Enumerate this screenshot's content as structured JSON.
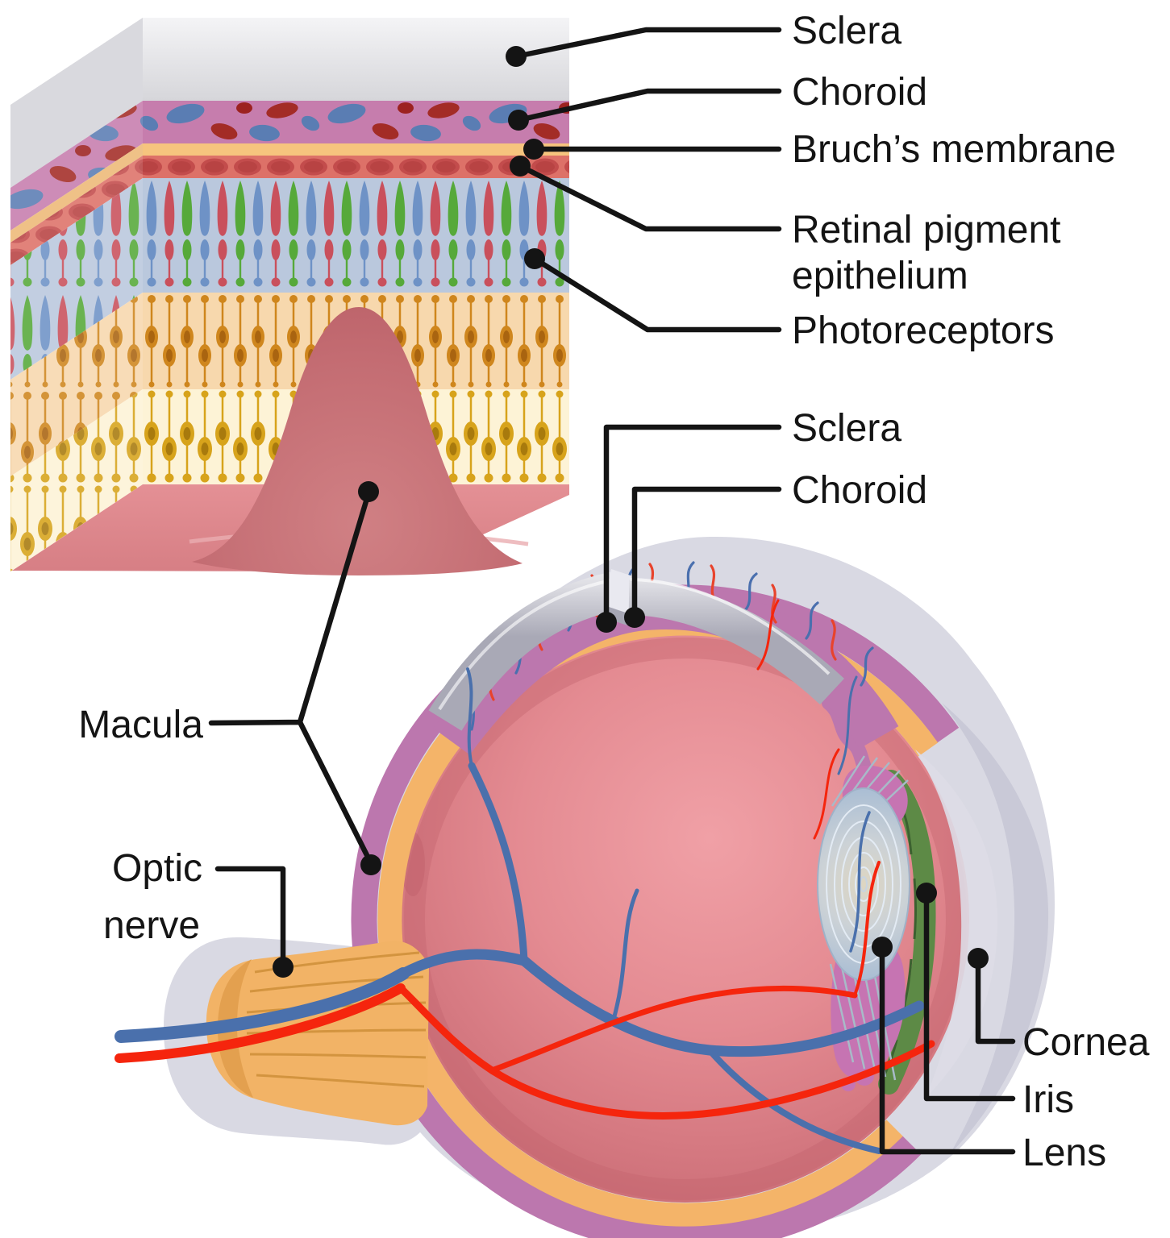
{
  "figure": {
    "type": "medical-illustration",
    "subject": "Eye anatomy: retinal layer block diagram and eyeball cross-section"
  },
  "labels": {
    "sclera_top": "Sclera",
    "choroid_top": "Choroid",
    "bruchs_membrane": "Bruch’s membrane",
    "rpe_line1": "Retinal pigment",
    "rpe_line2": "epithelium",
    "photoreceptors": "Photoreceptors",
    "sclera_eye": "Sclera",
    "choroid_eye": "Choroid",
    "macula": "Macula",
    "optic_line1": "Optic",
    "optic_line2": "nerve",
    "cornea": "Cornea",
    "iris": "Iris",
    "lens": "Lens"
  },
  "palette": {
    "label_text": "#141414",
    "leader_line": "#141414",
    "sclera_gray": "#d8d8dc",
    "choroid_pink": "#c67dad",
    "choroid_vessel_red": "#a32c26",
    "choroid_vessel_blue": "#5a7db3",
    "bruchs_orange": "#f6c47e",
    "rpe_red": "#dd7168",
    "photoreceptor_bg": "#bac8dd",
    "cone_red": "#c9505c",
    "cone_green": "#56a93a",
    "cone_blue": "#6e92c6",
    "bipolar_bg": "#f7d8ad",
    "bipolar_cell": "#cf861d",
    "ganglion_bg": "#fdf3d6",
    "ganglion_cell": "#d7a31b",
    "macula_dome_pink": "#c46d73",
    "eye_outer_gray": "#d9d9e3",
    "eye_choroid_purple": "#bc77ae",
    "eye_retina_orange": "#f4b469",
    "vitreous_pink": "#e48b92",
    "retina_artery_red": "#f5250d",
    "retina_vein_blue": "#4a70ac",
    "iris_green": "#5d8a46",
    "ciliary_magenta": "#c674b2",
    "lens_blue": "#a9bdd4",
    "optic_nerve_orange": "#f2b366"
  }
}
